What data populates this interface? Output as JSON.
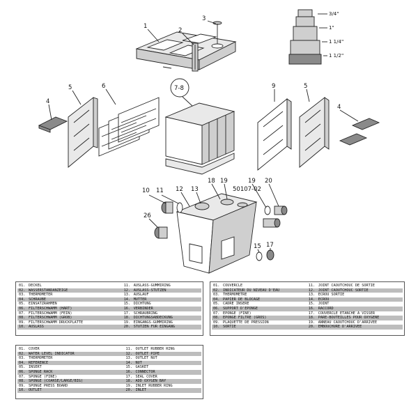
{
  "callouts": {
    "c1": "1",
    "c2": "2",
    "c3": "3",
    "c4a": "4",
    "c4b": "4",
    "c5a": "5",
    "c5b": "5",
    "c6": "6",
    "c78": "7-8",
    "c9": "9",
    "c10": "10",
    "c11": "11",
    "c12": "12",
    "c13": "13",
    "c18": "18",
    "c19a": "19",
    "c19b": "19",
    "code": "50107-02",
    "c20": "20",
    "c26": "26",
    "c15": "15",
    "c17": "17"
  },
  "sizes": [
    "3/4\"",
    "1\"",
    "1 1/4\"",
    "1 1/2\""
  ],
  "legend_de": {
    "left": [
      [
        "01.",
        "DECKEL"
      ],
      [
        "02.",
        "WASSERSTANDANZEIGE"
      ],
      [
        "03.",
        "THERMOMETER"
      ],
      [
        "04.",
        "SCHRAUBE"
      ],
      [
        "05.",
        "EINSATZRAHMEN"
      ],
      [
        "06.",
        "FILTERSCHWAMM (HART)"
      ],
      [
        "07.",
        "FILTERSCHWAMM (FEIN)"
      ],
      [
        "08.",
        "FILTERSCHWAMM (GROB)"
      ],
      [
        "09.",
        "FILTERSCHWAMM DRUCKPLATTE"
      ],
      [
        "10.",
        "AUSLASS"
      ]
    ],
    "right": [
      [
        "11.",
        "AUSLASS-GUMMIRING"
      ],
      [
        "12.",
        "AUSLASS-STUTZEN"
      ],
      [
        "13.",
        "AUSLAUF"
      ],
      [
        "14.",
        "MUTTER"
      ],
      [
        "15.",
        "DICHTUNG"
      ],
      [
        "16.",
        "VERBINDER"
      ],
      [
        "17.",
        "SCHRAUBRING"
      ],
      [
        "18.",
        "DICHTUNGSABDECKUNG"
      ],
      [
        "19.",
        "EINGANGS-GUMMIRING"
      ],
      [
        "20.",
        "STUTZEN FÜR EINGANG"
      ]
    ]
  },
  "legend_fr": {
    "left": [
      [
        "01.",
        "COUVERCLE"
      ],
      [
        "02.",
        "INDICATEUR DU NIVEAU D'EAU"
      ],
      [
        "03.",
        "THERMOMÈTRE"
      ],
      [
        "04.",
        "PAPIER DE BLOCAGE"
      ],
      [
        "05.",
        "CADRE INSERE"
      ],
      [
        "06.",
        "SUPPORT D'ÉPONGE"
      ],
      [
        "07.",
        "ÉPONGE (FINE)"
      ],
      [
        "08.",
        "ÉPONGE FILTRE (GROS)"
      ],
      [
        "09.",
        "PLAQUETTE DE PRESSION"
      ],
      [
        "10.",
        "SORTIE"
      ]
    ],
    "right": [
      [
        "11.",
        "JOINT CAOUTCHOUC DE SORTIE"
      ],
      [
        "12.",
        "JOINT CAOUTCHOUC SORTIE"
      ],
      [
        "13.",
        "ÉCROU SORTIE"
      ],
      [
        "14.",
        "ÉCROU"
      ],
      [
        "15.",
        "JOINT"
      ],
      [
        "16.",
        "RACCORD"
      ],
      [
        "17.",
        "COUVERCLE ÉTANCHE À VISSER"
      ],
      [
        "18.",
        "PARE-BOUTEILLES POUR OXYGENE"
      ],
      [
        "19.",
        "ANNEAU CAOUTCHOUC D'ARRIVEE"
      ],
      [
        "20.",
        "EMBOUCHURE D'ARRIVEE"
      ]
    ]
  },
  "legend_en": {
    "left": [
      [
        "01.",
        "COVER"
      ],
      [
        "02.",
        "WATER LEVEL INDICATOR"
      ],
      [
        "03.",
        "THERMOMETER"
      ],
      [
        "04.",
        "REFERENCE"
      ],
      [
        "05.",
        "INSERT"
      ],
      [
        "06.",
        "SPONGE RACK"
      ],
      [
        "07.",
        "SPONGE (FINE)"
      ],
      [
        "08.",
        "SPONGE (COARSE/LARGE/BIG)"
      ],
      [
        "09.",
        "SPONGE PRESS BOARD"
      ],
      [
        "10.",
        "OUTLET"
      ]
    ],
    "right": [
      [
        "11.",
        "OUTLET RUBBER RING"
      ],
      [
        "12.",
        "OUTLET PIPE"
      ],
      [
        "13.",
        "OUTLET NUT"
      ],
      [
        "14.",
        "NUT"
      ],
      [
        "15.",
        "GASKET"
      ],
      [
        "16.",
        "CONNECTOR"
      ],
      [
        "17.",
        "SEAL COVER"
      ],
      [
        "18.",
        "ADD OXYGEN BAY"
      ],
      [
        "19.",
        "INLET RUBBER RING"
      ],
      [
        "20.",
        "INLET"
      ]
    ]
  }
}
